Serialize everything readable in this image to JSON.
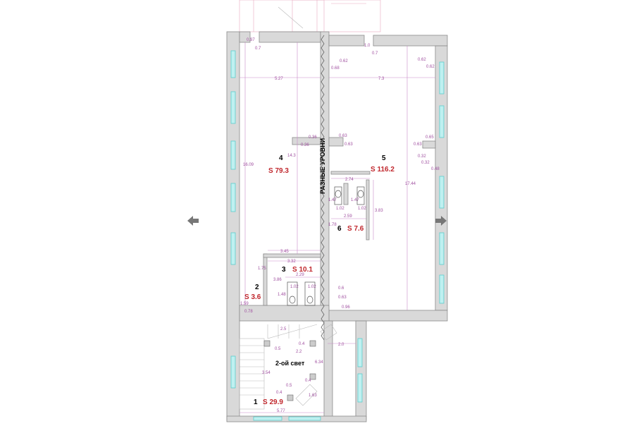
{
  "plan": {
    "level_label": "РАЗНЫЕ УРОВНИ",
    "double_height_label": "2-ой свет",
    "rooms": [
      {
        "number": "1",
        "area": "S 29.9"
      },
      {
        "number": "2",
        "area": "S 3.6"
      },
      {
        "number": "3",
        "area": "S 10.1"
      },
      {
        "number": "4",
        "area": "S 79.3"
      },
      {
        "number": "5",
        "area": "S 116.2"
      },
      {
        "number": "6",
        "area": "S 7.6"
      }
    ],
    "dimensions": {
      "d097": "0.97",
      "d07a": "0.7",
      "d10": "1.0",
      "d07b": "0.7",
      "d527": "5.27",
      "d73": "7.3",
      "d062a": "0.62",
      "d068": "0.68",
      "d062b": "0.62",
      "d062c": "0.62",
      "d1609": "16.09",
      "d143": "14.3",
      "d036a": "0.36",
      "d036b": "0.36",
      "d063a": "0.63",
      "d063b": "0.63",
      "d065": "0.65",
      "d063c": "0.63",
      "d032a": "0.32",
      "d032b": "0.32",
      "d048": "0.48",
      "d1744": "17.44",
      "d274": "2.74",
      "d147a": "1.47",
      "d147b": "1.47",
      "d102a": "1.02",
      "d102b": "1.02",
      "d259": "2.59",
      "d383": "3.83",
      "d178": "1.78",
      "d345": "3.45",
      "d332": "3.32",
      "d175": "1.75",
      "d229": "2.29",
      "d386": "3.86",
      "d148": "1.48",
      "d102c": "1.02",
      "d102d": "1.02",
      "d159": "1.59",
      "d06": "0.6",
      "d063d": "0.63",
      "d096": "0.96",
      "d25": "2.5",
      "d05a": "0.5",
      "d22": "2.2",
      "d04a": "0.4",
      "d354": "3.54",
      "d634": "6.34",
      "d20": "2.0",
      "d04b": "0.4",
      "d05b": "0.5",
      "d04c": "0.4",
      "d163": "1.63",
      "d577": "5.77",
      "d078": "0.78"
    }
  },
  "colors": {
    "area": "#c0262c",
    "dimension": "#a050a0",
    "window": "#5ccccc"
  }
}
